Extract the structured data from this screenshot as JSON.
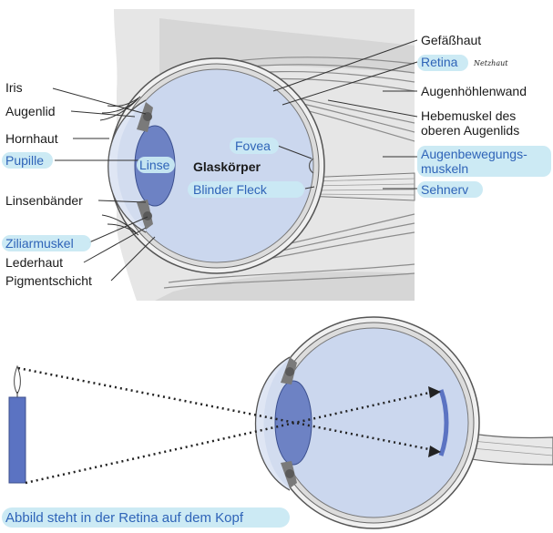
{
  "colors": {
    "skin": "#e4e4e4",
    "bone": "#d0d0d0",
    "eyeball": "#cbd7ee",
    "lens": "#6d82c4",
    "muscle": "#8f8f8f",
    "label_blue": "#2f64b8",
    "highlight": "#c9e9f3",
    "candle": "#5b73c2"
  },
  "top_diagram": {
    "center_label": "Glaskörper",
    "labels_left": [
      {
        "id": "iris",
        "text": "Iris",
        "highlight": false,
        "blue": false
      },
      {
        "id": "augenlid",
        "text": "Augenlid",
        "highlight": false,
        "blue": false
      },
      {
        "id": "hornhaut",
        "text": "Hornhaut",
        "highlight": false,
        "blue": false
      },
      {
        "id": "pupille",
        "text": "Pupille",
        "highlight": true,
        "blue": true
      },
      {
        "id": "linsenbaender",
        "text": "Linsenbänder",
        "highlight": false,
        "blue": false
      },
      {
        "id": "ziliarmuskel",
        "text": "Ziliarmuskel",
        "highlight": true,
        "blue": true
      },
      {
        "id": "lederhaut",
        "text": "Lederhaut",
        "highlight": false,
        "blue": false
      },
      {
        "id": "pigmentschicht",
        "text": "Pigmentschicht",
        "highlight": false,
        "blue": false
      }
    ],
    "labels_inner": [
      {
        "id": "linse",
        "text": "Linse",
        "highlight": true,
        "blue": true
      },
      {
        "id": "fovea",
        "text": "Fovea",
        "highlight": true,
        "blue": true
      },
      {
        "id": "blinder_fleck",
        "text": "Blinder Fleck",
        "highlight": true,
        "blue": true
      }
    ],
    "labels_right": [
      {
        "id": "gefaesshaut",
        "text": "Gefäßhaut",
        "highlight": false,
        "blue": false
      },
      {
        "id": "retina",
        "text": "Retina",
        "highlight": true,
        "blue": true
      },
      {
        "id": "augenhoehlenwand",
        "text": "Augenhöhlenwand",
        "highlight": false,
        "blue": false
      },
      {
        "id": "hebemuskel_1",
        "text": "Hebemuskel des",
        "highlight": false,
        "blue": false
      },
      {
        "id": "hebemuskel_2",
        "text": "oberen Augenlids",
        "highlight": false,
        "blue": false
      },
      {
        "id": "augenbewegung_1",
        "text": "Augenbewegungs-",
        "highlight": true,
        "blue": true
      },
      {
        "id": "augenbewegung_2",
        "text": "muskeln",
        "highlight": true,
        "blue": true
      },
      {
        "id": "sehnerv",
        "text": "Sehnerv",
        "highlight": true,
        "blue": true
      }
    ],
    "handwritten_note": "Netzhaut"
  },
  "bottom_diagram": {
    "caption": "Abbild steht in der Retina auf dem Kopf"
  }
}
